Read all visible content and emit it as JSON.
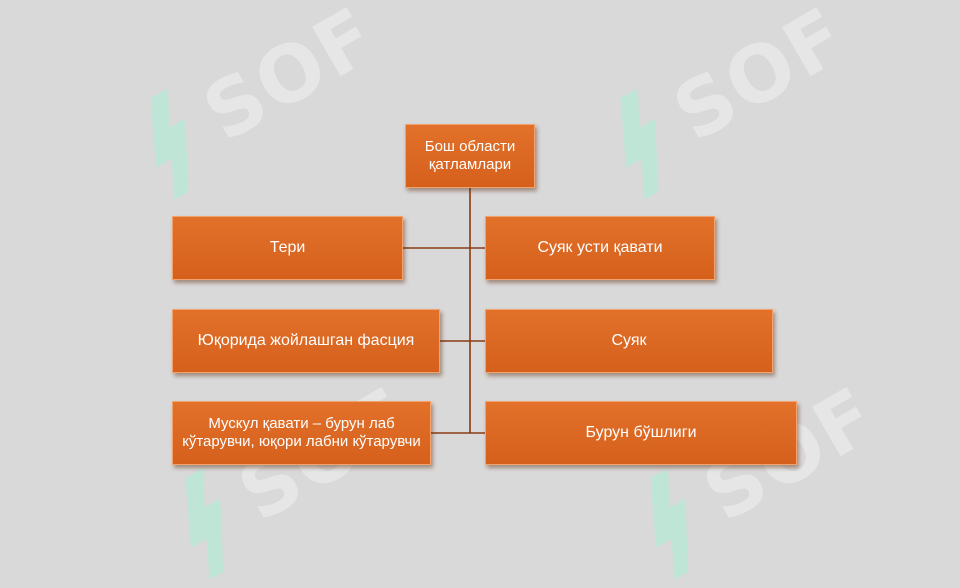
{
  "diagram": {
    "root": "Бош области қатламлари",
    "left_nodes": [
      "Тери",
      "Юқорида жойлашган фасция",
      "Мускул қавати – бурун лаб кўтарувчи, юқори лабни кўтарувчи"
    ],
    "right_nodes": [
      "Суяк усти қавати",
      "Суяк",
      "Бурун бўшлиги"
    ]
  },
  "watermark": {
    "text": "SOF",
    "color": "#a8efd5"
  },
  "colors": {
    "background": "#d9d9d9",
    "node_fill": "#dc6722",
    "connector": "#8a3a12"
  }
}
